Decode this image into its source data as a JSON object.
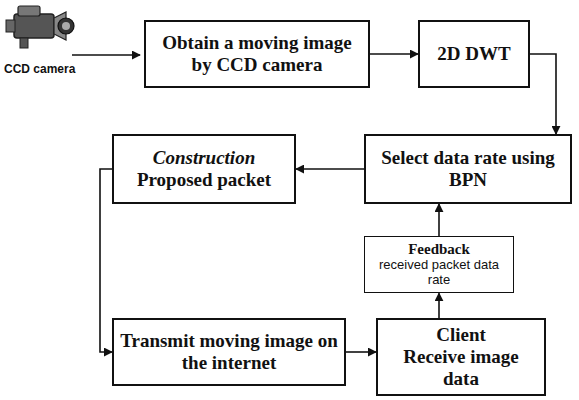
{
  "diagram": {
    "nodes": [
      {
        "text": [
          "Obtain a moving image by CCD camera"
        ]
      },
      {
        "text": [
          "2D DWT"
        ]
      },
      {
        "text": [
          "Select data rate using BPN"
        ]
      },
      {
        "text": [
          "Construction",
          "Proposed packet"
        ]
      },
      {
        "text": [
          "Feedback",
          "received packet data rate"
        ]
      },
      {
        "text": [
          "Transmit moving image on the internet"
        ]
      },
      {
        "text": [
          "Client",
          "Receive image data"
        ]
      }
    ],
    "edges": [
      {
        "from": 0,
        "to": 1,
        "arrow": "to"
      },
      {
        "from": 1,
        "to": 2,
        "arrow": "to"
      },
      {
        "from": 2,
        "to": 3,
        "arrow": "to"
      },
      {
        "from": 3,
        "to": 5,
        "arrow": "to"
      },
      {
        "from": 5,
        "to": 6,
        "arrow": "to"
      },
      {
        "from": 6,
        "to": 4,
        "arrow": "to"
      },
      {
        "from": 4,
        "to": 2,
        "arrow": "to"
      }
    ],
    "labels": [
      "CCD camera"
    ]
  }
}
